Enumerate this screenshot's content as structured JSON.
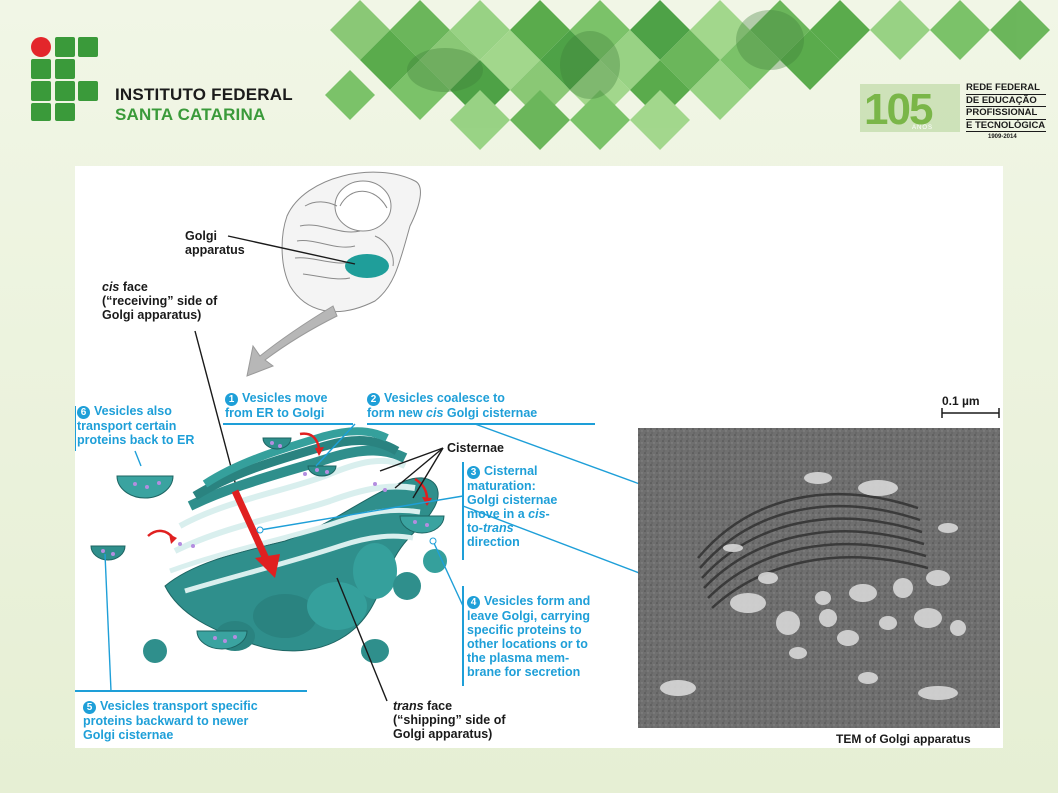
{
  "header": {
    "institution_line1": "INSTITUTO FEDERAL",
    "institution_line2": "SANTA CATARINA",
    "anniversary": {
      "number": "105",
      "small": "ANOS"
    },
    "network_lines": [
      "REDE FEDERAL",
      "DE EDUCAÇÃO",
      "PROFISSIONAL",
      "E TECNOLÓGICA"
    ],
    "network_years": "1909-2014"
  },
  "colors": {
    "brand_green": "#3a9a3a",
    "brand_red": "#e3262b",
    "callout_blue": "#1e9fd8",
    "golgi_teal": "#2f8f8c",
    "arrow_red": "#e02020"
  },
  "icons": [
    "institution-logo",
    "cell-illustration",
    "golgi-apparatus-illustration",
    "tem-micrograph",
    "scale-bar"
  ],
  "diagram": {
    "golgi_label": [
      "Golgi",
      "apparatus"
    ],
    "cis_face": [
      "cis face",
      "(“receiving” side of",
      "Golgi apparatus)"
    ],
    "trans_face": [
      "trans face",
      "(“shipping” side of",
      "Golgi apparatus)"
    ],
    "cisternae_label": "Cisternae",
    "steps": [
      {
        "num": "1",
        "lines": [
          "Vesicles move",
          "from ER to Golgi"
        ]
      },
      {
        "num": "2",
        "lines": [
          "Vesicles coalesce to",
          "form new cis Golgi cisternae"
        ]
      },
      {
        "num": "3",
        "lines": [
          "Cisternal",
          "maturation:",
          "Golgi cisternae",
          "move in a cis-",
          "to-trans",
          "direction"
        ]
      },
      {
        "num": "4",
        "lines": [
          "Vesicles form and",
          "leave Golgi, carrying",
          "specific proteins to",
          "other locations or to",
          "the plasma mem-",
          "brane for secretion"
        ]
      },
      {
        "num": "5",
        "lines": [
          "Vesicles transport specific",
          "proteins backward to newer",
          "Golgi cisternae"
        ]
      },
      {
        "num": "6",
        "lines": [
          "Vesicles also",
          "transport certain",
          "proteins back to ER"
        ]
      }
    ],
    "scale_bar": "0.1 µm",
    "tem_caption": "TEM of Golgi apparatus"
  }
}
